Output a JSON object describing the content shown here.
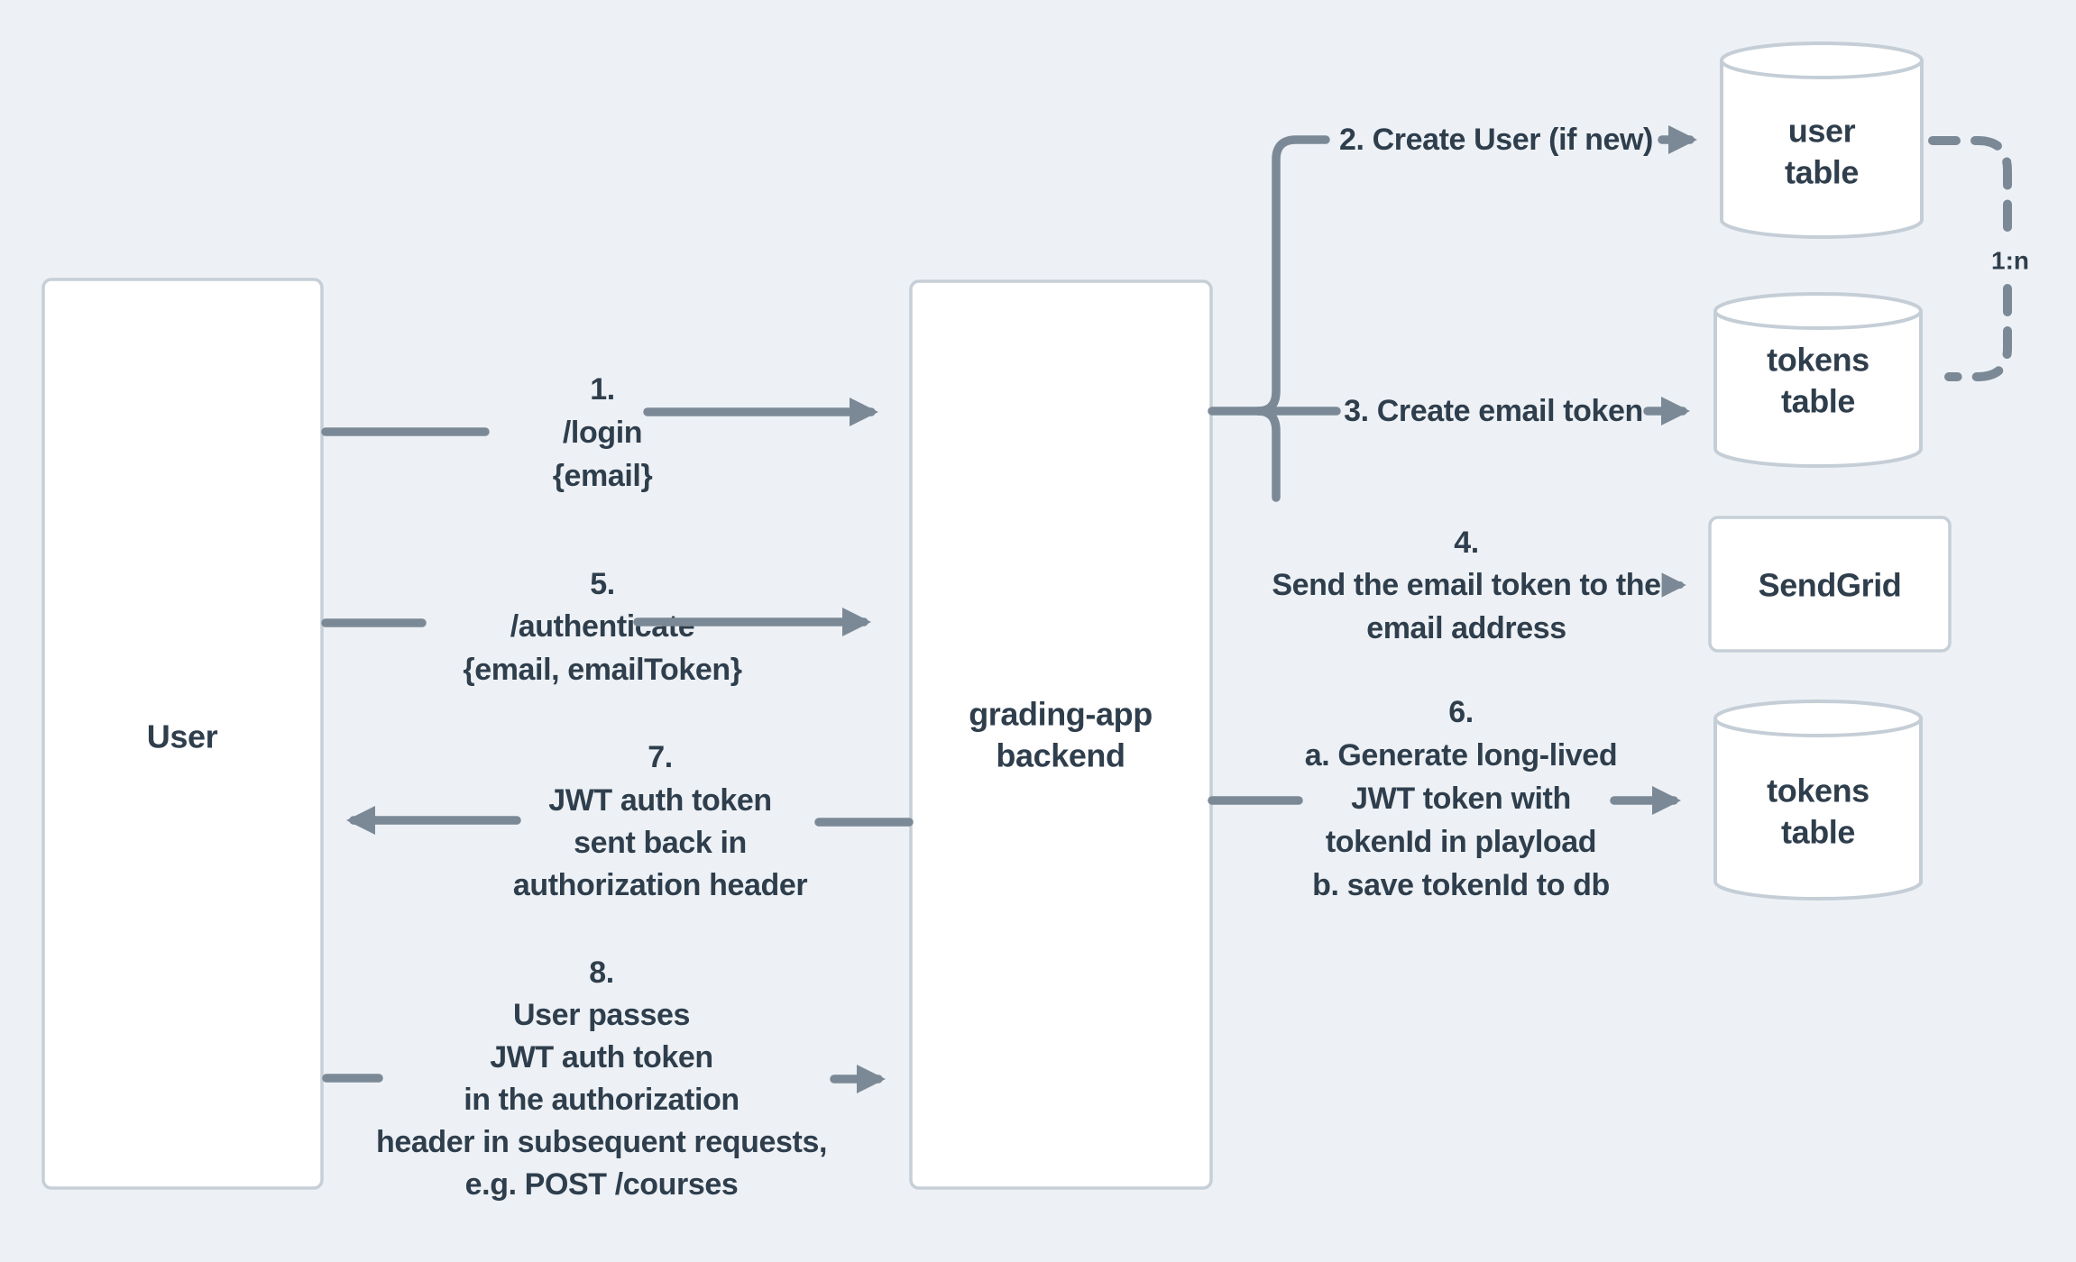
{
  "colors": {
    "background": "#edf1f5",
    "line": "#7b8997",
    "text": "#2f3e4c",
    "node_border": "#c6cfd7",
    "node_fill": "#ffffff"
  },
  "actors": {
    "user": {
      "label": "User"
    },
    "backend": {
      "lines": [
        "grading-app",
        "backend"
      ]
    }
  },
  "stores": {
    "user_table": {
      "lines": [
        "user",
        "table"
      ]
    },
    "tokens_table_top": {
      "lines": [
        "tokens",
        "table"
      ]
    },
    "sendgrid": {
      "label": "SendGrid"
    },
    "tokens_table_bottom": {
      "lines": [
        "tokens",
        "table"
      ]
    }
  },
  "messages": {
    "m1": {
      "lines": [
        "1.",
        "/login",
        "{email}"
      ]
    },
    "m5": {
      "lines": [
        "5.",
        "/authenticate",
        "{email, emailToken}"
      ]
    },
    "m7": {
      "lines": [
        "7.",
        "JWT auth token",
        "sent back in",
        "authorization header"
      ]
    },
    "m8": {
      "lines": [
        "8.",
        "User passes",
        "JWT auth token",
        "in the authorization",
        "header in subsequent requests,",
        "e.g. POST /courses"
      ]
    },
    "m2": {
      "label": "2. Create User (if new)"
    },
    "m3": {
      "label": "3. Create email token"
    },
    "m4": {
      "lines": [
        "4.",
        "Send the email token to the",
        "email address"
      ]
    },
    "m6": {
      "lines": [
        "6.",
        "a. Generate long-lived",
        "JWT token with",
        "tokenId in playload",
        "b. save tokenId to db"
      ]
    },
    "relation": {
      "label": "1:n"
    }
  }
}
